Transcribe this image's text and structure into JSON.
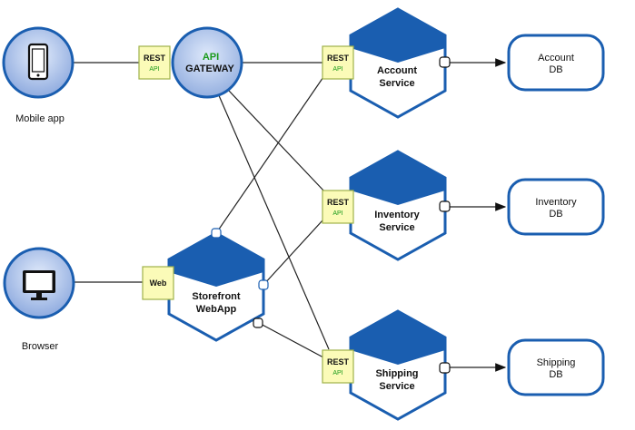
{
  "clients": {
    "mobile": {
      "label": "Mobile app",
      "icon": "mobile-phone-icon"
    },
    "browser": {
      "label": "Browser",
      "icon": "monitor-icon"
    }
  },
  "api_gateway": {
    "line1": "API",
    "line2": "GATEWAY"
  },
  "rest_badge": {
    "line1": "REST",
    "line2": "API"
  },
  "web_badge": {
    "label": "Web"
  },
  "services": {
    "account": {
      "line1": "Account",
      "line2": "Service"
    },
    "inventory": {
      "line1": "Inventory",
      "line2": "Service"
    },
    "shipping": {
      "line1": "Shipping",
      "line2": "Service"
    },
    "storefront": {
      "line1": "Storefront",
      "line2": "WebApp"
    }
  },
  "databases": {
    "account": {
      "line1": "Account",
      "line2": "DB"
    },
    "inventory": {
      "line1": "Inventory",
      "line2": "DB"
    },
    "shipping": {
      "line1": "Shipping",
      "line2": "DB"
    }
  },
  "colors": {
    "service_blue": "#1a5eb0",
    "gateway_fill": "#a9c0e8",
    "badge_fill": "#fbfbb8",
    "badge_border": "#9fb24a",
    "api_green": "#1a9a1a"
  }
}
